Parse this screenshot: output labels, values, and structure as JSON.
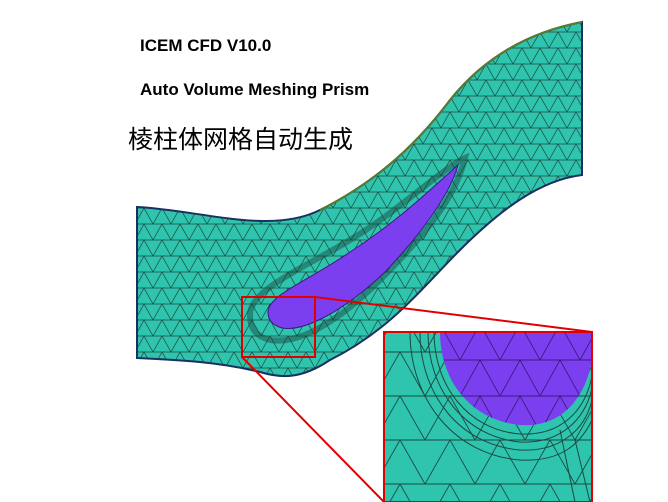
{
  "slide": {
    "title_software": "ICEM CFD V10.0",
    "subtitle": "Auto Volume Meshing Prism",
    "caption_cn": "棱柱体网格自动生成"
  },
  "colors": {
    "fluid_mesh": "#2fc4ae",
    "blade_surface": "#7b3ff0",
    "mesh_lines": "#103830",
    "zoom_frame": "#e00000"
  }
}
